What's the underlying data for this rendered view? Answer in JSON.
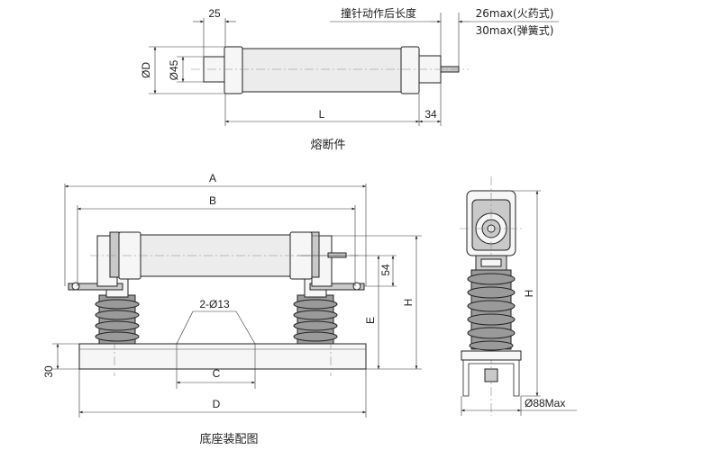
{
  "fuse_view": {
    "dim_25": "25",
    "dim_D": "ØD",
    "dim_45": "Ø45",
    "dim_L": "L",
    "dim_34": "34",
    "striker_label": "撞针动作后长度",
    "striker_26": "26max(火药式)",
    "striker_30": "30max(弹簧式)",
    "caption": "熔断件"
  },
  "base_view": {
    "dim_A": "A",
    "dim_B": "B",
    "dim_54": "54",
    "dim_H": "H",
    "dim_E": "E",
    "dim_holes": "2-Ø13",
    "dim_C": "C",
    "dim_D": "D",
    "dim_30": "30",
    "caption": "底座装配图"
  },
  "side_view": {
    "dim_H": "H",
    "dim_88": "Ø88Max"
  }
}
